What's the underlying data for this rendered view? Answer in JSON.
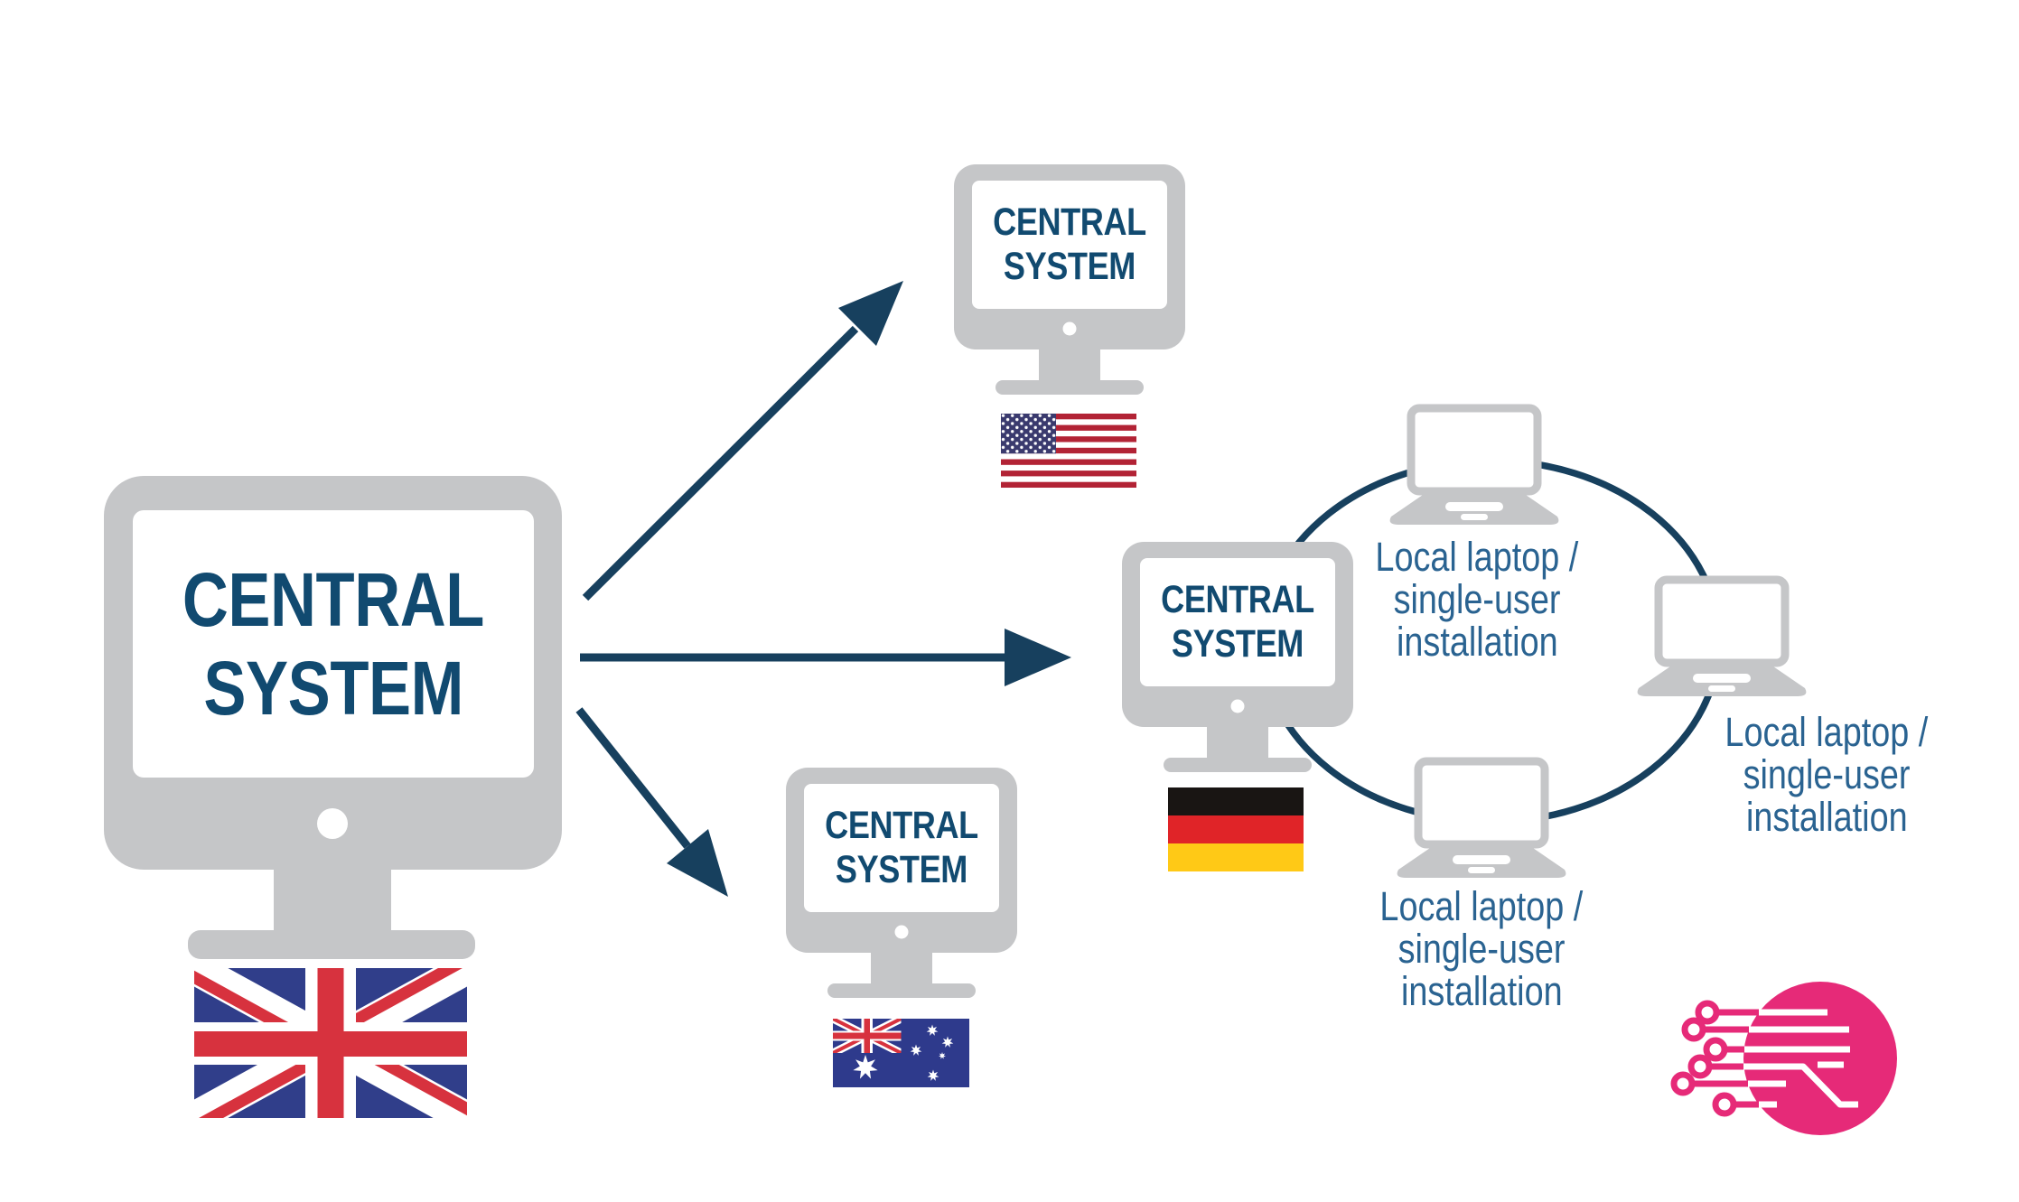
{
  "page": {
    "type": "architecture-diagram",
    "background": "#ffffff"
  },
  "colors": {
    "monitor_gray": "#c5c6c8",
    "arrow_navy": "#17405e",
    "system_label_blue": "#114a70",
    "caption_blue": "#2a6391",
    "logo_pink": "#e62a78",
    "uk_flag_blue": "#303e8a",
    "uk_flag_red": "#d7323e",
    "us_flag_red": "#b22335",
    "us_flag_canton": "#3a3a6e",
    "de_flag_black": "#191513",
    "de_flag_red": "#e02428",
    "de_flag_gold": "#ffc916",
    "au_flag_blue": "#2e3a8c"
  },
  "main_system": {
    "lines": [
      "CENTRAL",
      "SYSTEM"
    ],
    "flag": "united-kingdom-flag"
  },
  "regional_systems": [
    {
      "lines": [
        "CENTRAL",
        "SYSTEM"
      ],
      "flag": "united-states-flag"
    },
    {
      "lines": [
        "CENTRAL",
        "SYSTEM"
      ],
      "flag": "germany-flag"
    },
    {
      "lines": [
        "CENTRAL",
        "SYSTEM"
      ],
      "flag": "australia-flag"
    }
  ],
  "laptop_captions": [
    {
      "lines": [
        "Local laptop /",
        "single-user",
        "installation"
      ]
    },
    {
      "lines": [
        "Local laptop /",
        "single-user",
        "installation"
      ]
    },
    {
      "lines": [
        "Local laptop /",
        "single-user",
        "installation"
      ]
    }
  ],
  "connections": {
    "arrows_from_main": 3,
    "ring_laptops_around": "germany-central-system"
  },
  "logo": {
    "name": "circuit-circle-logo",
    "color": "#e62a78"
  }
}
